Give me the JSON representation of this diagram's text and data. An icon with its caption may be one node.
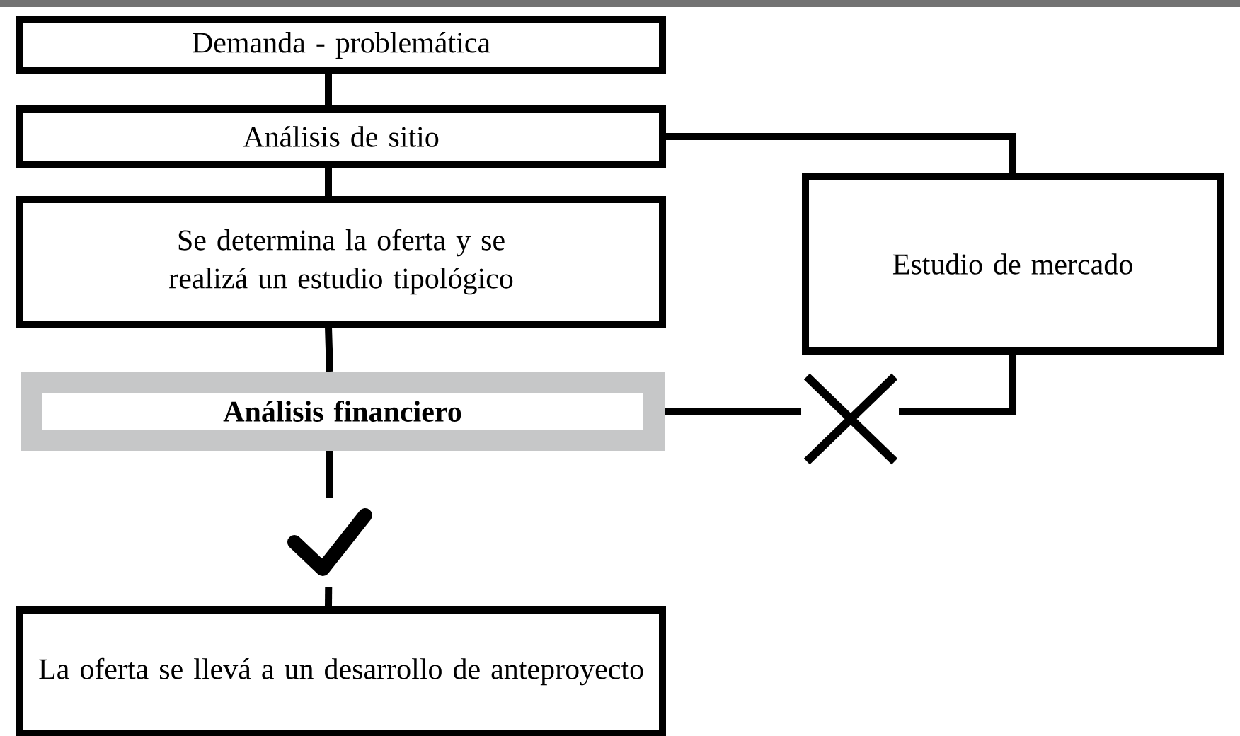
{
  "diagram": {
    "nodes": [
      {
        "text": [
          "Demanda - problemática"
        ]
      },
      {
        "text": [
          "Análisis de sitio"
        ]
      },
      {
        "text": [
          "Se determina la oferta y se realizá un estudio tipológico"
        ]
      },
      {
        "text": [
          "Análisis financiero"
        ]
      },
      {
        "text": [
          "La oferta se llevá a un desarrollo de anteproyecto"
        ]
      },
      {
        "text": [
          "Estudio de mercado"
        ]
      }
    ],
    "edges": [
      {
        "from": 0,
        "to": 1,
        "arrow": "none"
      },
      {
        "from": 1,
        "to": 2,
        "arrow": "none"
      },
      {
        "from": 2,
        "to": 3,
        "arrow": "none"
      },
      {
        "from": 1,
        "to": 5,
        "arrow": "none"
      },
      {
        "from": 5,
        "to": 3,
        "arrow": "none"
      },
      {
        "from": 3,
        "to": 4,
        "arrow": "none"
      }
    ]
  }
}
